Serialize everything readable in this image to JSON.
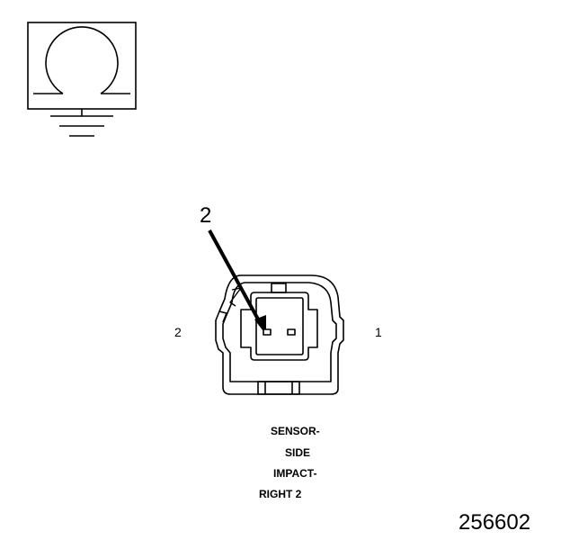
{
  "symbol": {
    "icon": "ohmmeter-ground-icon"
  },
  "callout": {
    "number": "2"
  },
  "connector": {
    "icon": "two-pin-connector-icon",
    "pin_left_label": "2",
    "pin_right_label": "1"
  },
  "caption": {
    "lines": [
      "SENSOR-",
      "SIDE",
      "IMPACT-",
      "RIGHT 2"
    ]
  },
  "figure_id": "256602"
}
